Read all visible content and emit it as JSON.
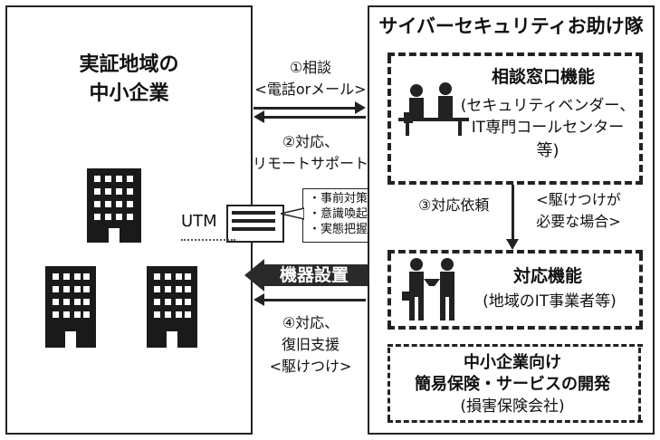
{
  "left_box": {
    "title_line1": "実証地域の",
    "title_line2": "中小企業"
  },
  "right_box": {
    "title": "サイバーセキュリティお助け隊",
    "consult": {
      "title": "相談窓口機能",
      "line1": "(セキュリティベンダー、",
      "line2": "IT専門コールセンター",
      "line3": "等)"
    },
    "support": {
      "title": "対応機能",
      "line1": "(地域のIT事業者等)"
    },
    "insurance": {
      "line1": "中小企業向け",
      "line2": "簡易保険・サービスの開発",
      "line3": "(損害保険会社)"
    }
  },
  "flows": {
    "f1_line1": "①相談",
    "f1_line2": "<電話orメール>",
    "f2_line1": "②対応、",
    "f2_line2": "リモートサポート",
    "f3": "③対応依頼",
    "f3_note_line1": "<駆けつけが",
    "f3_note_line2": "必要な場合>",
    "f4_line1": "④対応、",
    "f4_line2": "復旧支援",
    "f4_line3": "<駆けつけ>"
  },
  "utm": {
    "label": "UTM",
    "bubble_items": [
      "事前対策",
      "意識喚起",
      "実態把握 等"
    ]
  },
  "device_install": "機器設置"
}
